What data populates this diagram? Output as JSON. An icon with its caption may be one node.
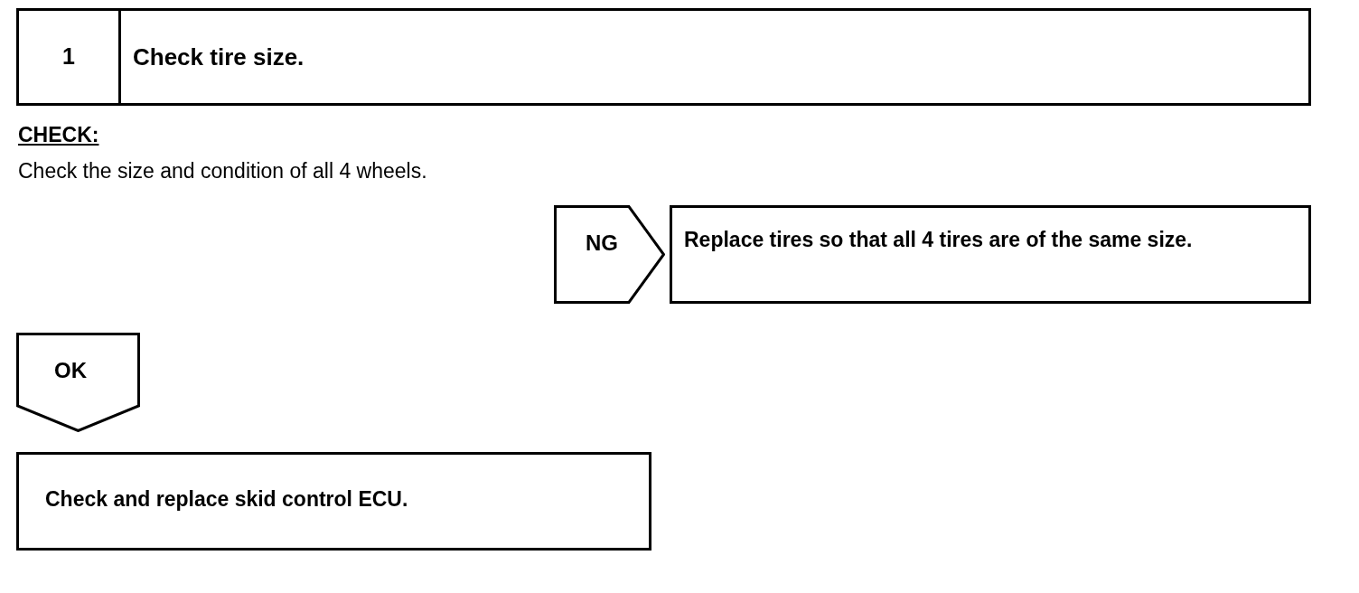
{
  "diagram": {
    "nodes": [
      {
        "text": [
          "1",
          "Check tire size."
        ]
      },
      {
        "text": [
          "NG"
        ]
      },
      {
        "text": [
          "Replace tires so that all 4 tires are of the same size."
        ]
      },
      {
        "text": [
          "OK"
        ]
      },
      {
        "text": [
          "Check and replace skid control ECU."
        ]
      }
    ],
    "labels": [
      "CHECK:",
      "Check the size and condition of all 4 wheels."
    ]
  }
}
